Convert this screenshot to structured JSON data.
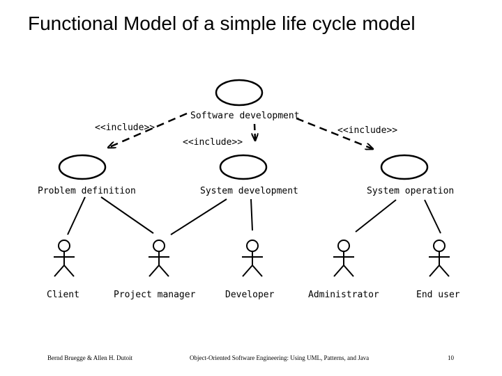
{
  "title": "Functional Model of a simple life cycle model",
  "use_cases": {
    "software_development": "Software development",
    "problem_definition": "Problem definition",
    "system_development": "System development",
    "system_operation": "System operation"
  },
  "relations": {
    "include_left": "<<include>>",
    "include_center": "<<include>>",
    "include_right": "<<include>>"
  },
  "actors": {
    "client": "Client",
    "project_manager": "Project manager",
    "developer": "Developer",
    "administrator": "Administrator",
    "end_user": "End user"
  },
  "footer": {
    "authors": "Bernd Bruegge & Allen H. Dutoit",
    "book": "Object-Oriented Software Engineering: Using UML, Patterns, and Java",
    "page": "10"
  }
}
